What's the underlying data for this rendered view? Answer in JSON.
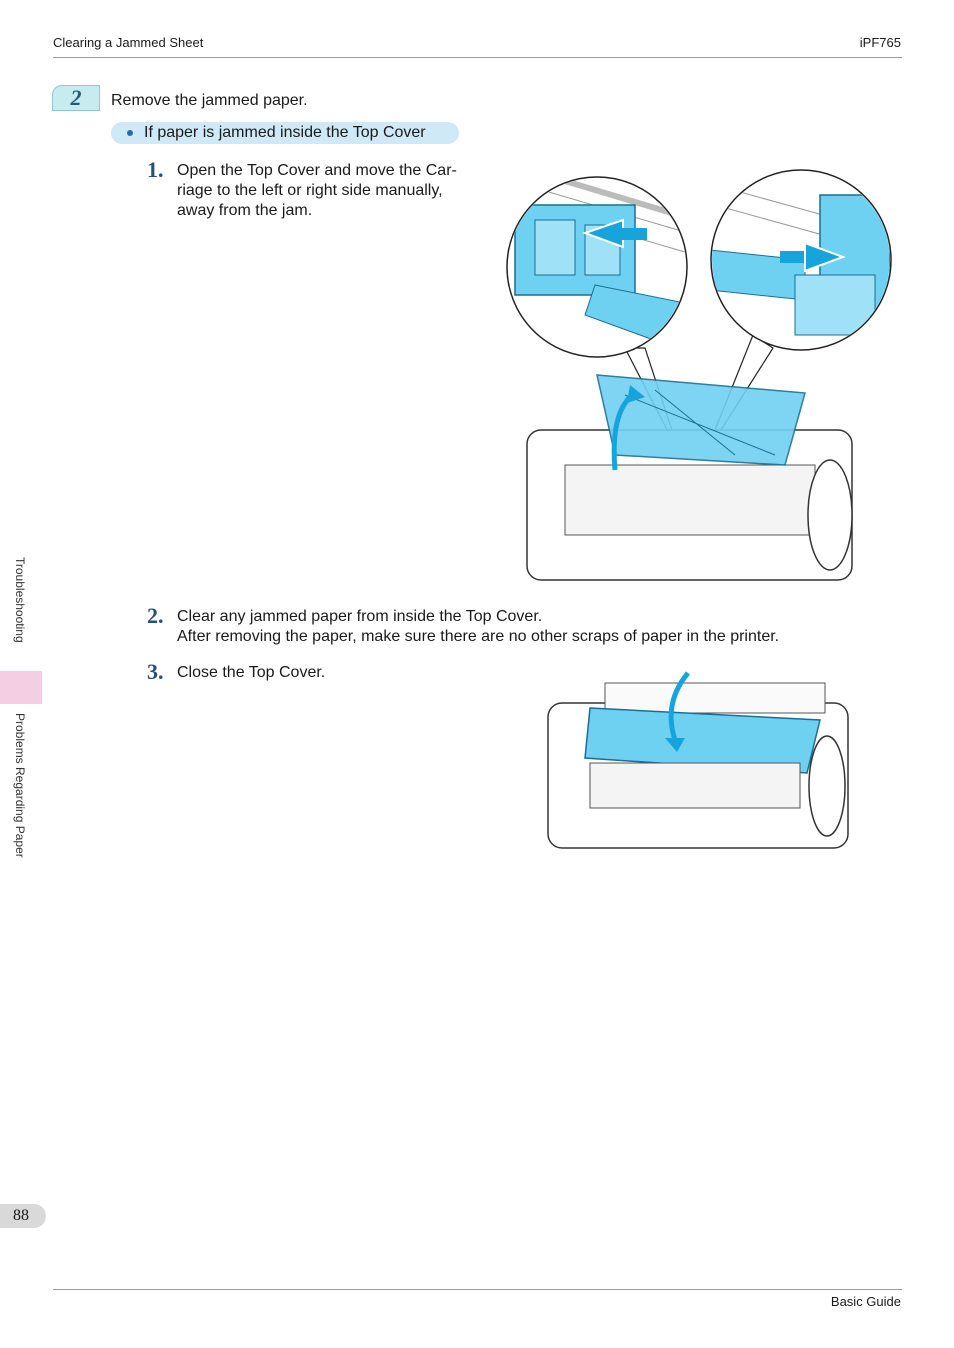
{
  "header": {
    "section_title": "Clearing a Jammed Sheet",
    "model": "iPF765"
  },
  "step": {
    "number": "2",
    "text": "Remove the jammed paper."
  },
  "condition": {
    "text": "If paper is jammed inside the Top Cover"
  },
  "substeps": [
    {
      "number": "1.",
      "lines": [
        "Open the Top Cover and move the Car-",
        "riage to the left or right side manually,",
        "away from the jam."
      ]
    },
    {
      "number": "2.",
      "lines": [
        "Clear any jammed paper from inside the Top Cover.",
        "After removing the paper, make sure there are no other scraps of paper in the printer."
      ]
    },
    {
      "number": "3.",
      "lines": [
        "Close the Top Cover."
      ]
    }
  ],
  "sidebar": {
    "chapter": "Troubleshooting",
    "section": "Problems Regarding Paper"
  },
  "footer": {
    "page_number": "88",
    "guide_name": "Basic Guide"
  },
  "colors": {
    "accent_teal": "#c7ecef",
    "accent_blue": "#cfeaf6",
    "sidebar_pink": "#f4cfe3",
    "illustration_blue": "#6fd1f2",
    "arrow_blue": "#17a4dd"
  }
}
